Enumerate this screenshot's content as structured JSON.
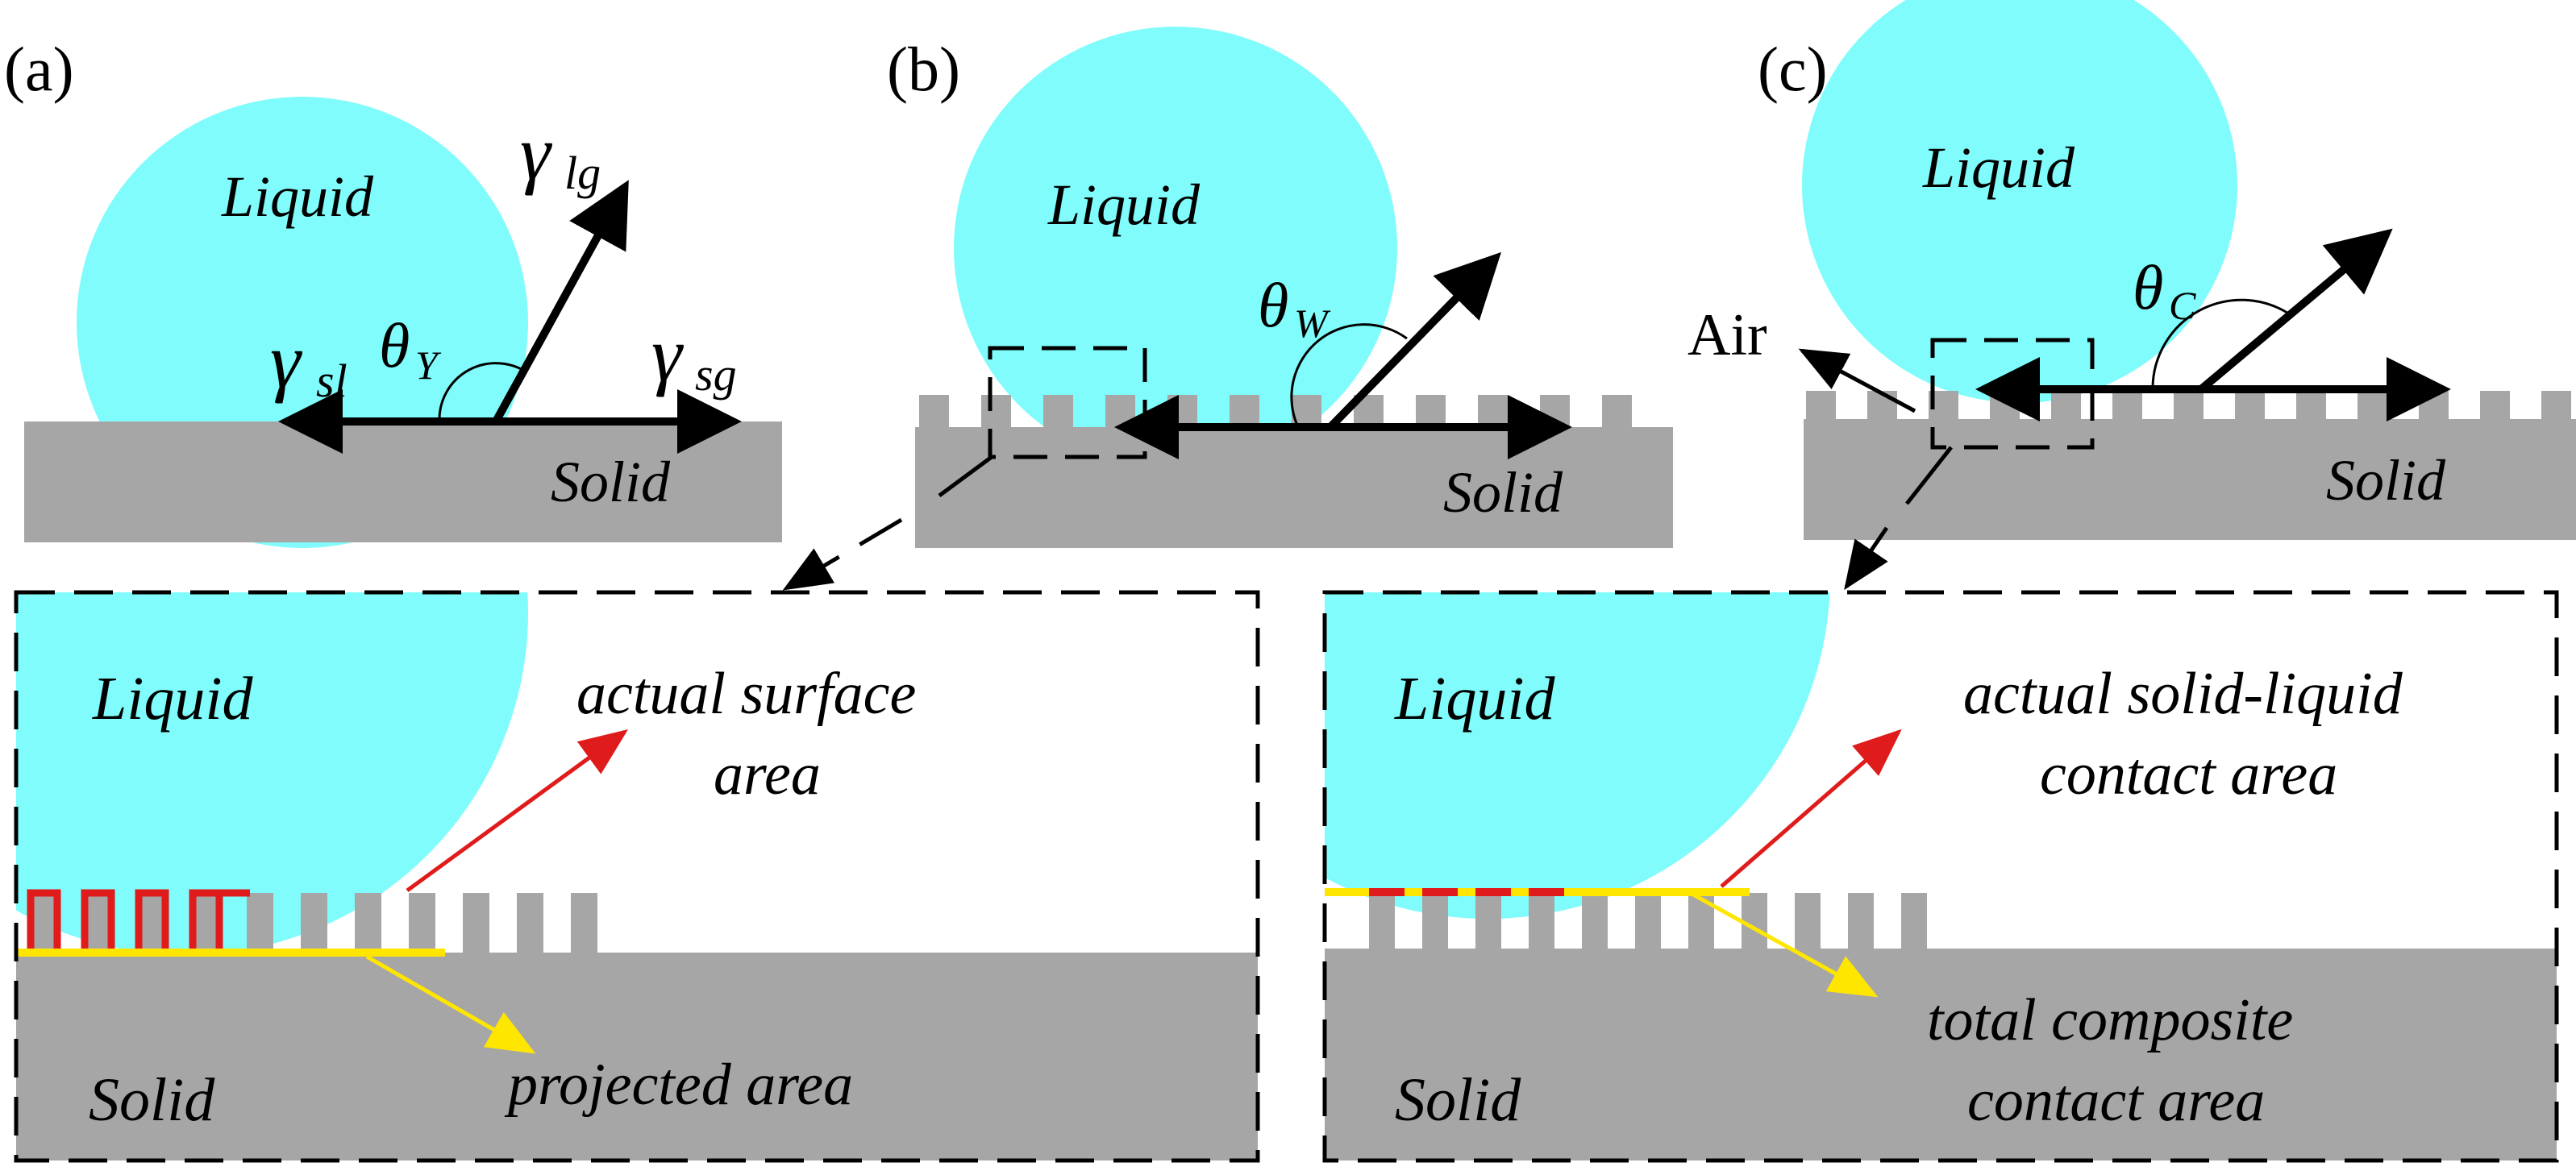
{
  "colors": {
    "liquid": "#7ffcfb",
    "solid": "#a6a6a6",
    "arrow": "#000000",
    "highlight_actual": "#e01b1b",
    "highlight_projected": "#ffe600"
  },
  "panels": {
    "a": {
      "tag": "(a)",
      "liquid": "Liquid",
      "solid": "Solid",
      "gamma_lg": "lg",
      "gamma_sl": "sl",
      "gamma_sg": "sg",
      "theta_sub": "Y"
    },
    "b": {
      "tag": "(b)",
      "liquid": "Liquid",
      "solid": "Solid",
      "theta_sub": "W"
    },
    "c": {
      "tag": "(c)",
      "liquid": "Liquid",
      "solid": "Solid",
      "air": "Air",
      "theta_sub": "C"
    }
  },
  "symbols": {
    "gamma": "γ",
    "theta": "θ"
  },
  "zoom_wenzel": {
    "liquid": "Liquid",
    "solid": "Solid",
    "actual_line1": "actual surface",
    "actual_line2": "area",
    "projected": "projected area"
  },
  "zoom_cassie": {
    "liquid": "Liquid",
    "solid": "Solid",
    "actual_line1": "actual solid-liquid",
    "actual_line2": "contact area",
    "composite_line1": "total composite",
    "composite_line2": "contact area"
  }
}
